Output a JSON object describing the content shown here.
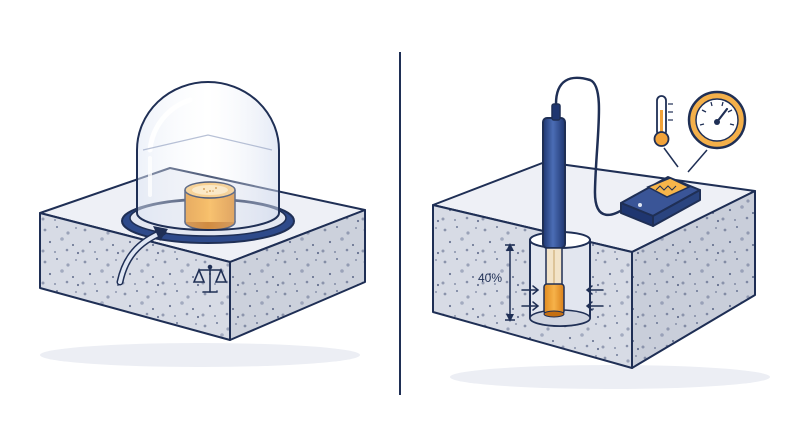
{
  "diagram": {
    "left_panel": {
      "subject": "surface-moisture-test",
      "components": [
        "concrete-slab",
        "glass-dome",
        "calcium-chloride-dish",
        "balance-icon",
        "vapor-arrow"
      ]
    },
    "right_panel": {
      "subject": "in-situ-relative-humidity-probe",
      "probe_depth_label": "40%",
      "components": [
        "concrete-block",
        "drilled-hole",
        "rh-probe",
        "cable",
        "meter-display",
        "thermometer-icon",
        "gauge-icon"
      ]
    },
    "colors": {
      "outline": "#1f2f55",
      "concrete_top": "#eef0f6",
      "concrete_side": "#d5d9e3",
      "accent_orange": "#f2a33a",
      "probe_blue": "#2e4a8a",
      "shadow": "#e4e7f0"
    }
  }
}
